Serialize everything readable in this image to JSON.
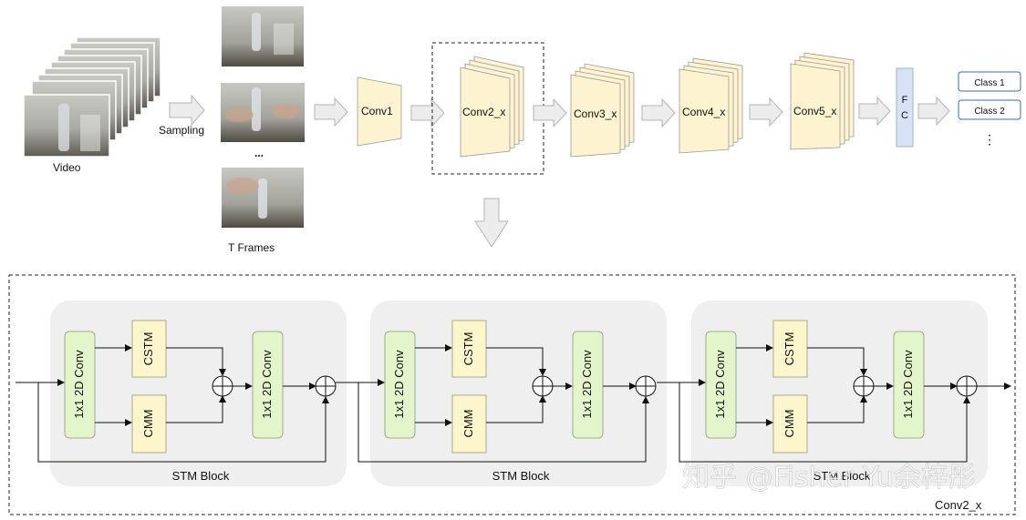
{
  "pipeline": {
    "video_label": "Video",
    "sampling_label": "Sampling",
    "frames_label": "T Frames",
    "frames_ellipsis": "...",
    "stages": [
      "Conv1",
      "Conv2_x",
      "Conv3_x",
      "Conv4_x",
      "Conv5_x"
    ],
    "fc_label": [
      "F",
      "C"
    ],
    "classes": [
      "Class 1",
      "Class 2"
    ],
    "classes_ellipsis": "⋮"
  },
  "detail": {
    "block_label": "STM Block",
    "conv_label": "1x1 2D Conv",
    "cstm_label": "CSTM",
    "cmm_label": "CMM",
    "stage_label": "Conv2_x",
    "block_count": 3
  },
  "watermark": "知乎 @Fisher Yu余梓彤",
  "colors": {
    "stage_fill": "#fdf3d0",
    "conv_fill": "#e3f5cb",
    "module_fill": "#fdf5cb",
    "fc_fill": "#d6e3f7",
    "block_bg": "#efefef",
    "arrow_fill": "#ececec"
  }
}
